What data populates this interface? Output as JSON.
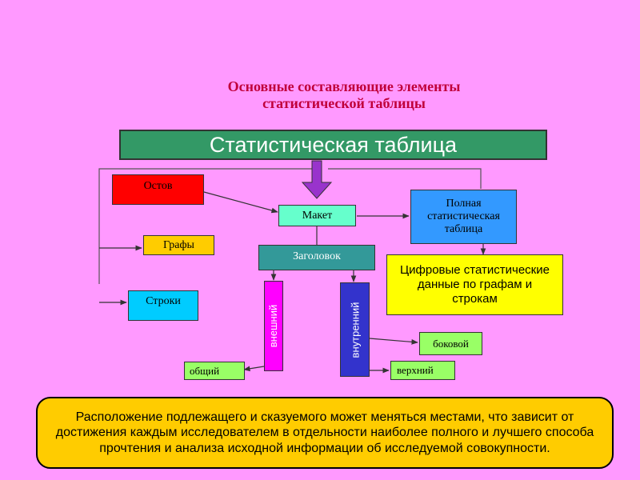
{
  "title": {
    "line1": "Основные составляющие элементы",
    "line2": "статистической таблицы"
  },
  "banner": "Статистическая таблица",
  "nodes": {
    "ostov": "Остов",
    "grafy": "Графы",
    "stroki": "Строки",
    "maket": "Макет",
    "zagolovok": "Заголовок",
    "full_table": "Полная статистическая таблица",
    "digital_data": "Цифровые статистические данные по графам и строкам",
    "vneshniy": "внешний",
    "vnutrenniy": "внутренний",
    "obshchiy": "общий",
    "bokovoy": "боковой",
    "verkhniy": "верхний"
  },
  "note": "Расположение подлежащего и сказуемого может меняться местами, что зависит от достижения каждым исследователем в отдельности наиболее полного и лучшего способа прочтения и анализа исходной информации об исследуемой совокупности.",
  "colors": {
    "background": "#ff99ff",
    "banner": "#339966",
    "ostov": "#ff0000",
    "grafy": "#ffcc00",
    "stroki": "#00ccff",
    "maket": "#66ffcc",
    "zagolovok": "#339999",
    "full_table": "#3399ff",
    "digital_data": "#ffff00",
    "vneshniy": "#ff00ff",
    "vnutrenniy": "#3333cc",
    "leaf": "#99ff66",
    "note": "#ffcc00",
    "big_arrow": "#9933cc"
  }
}
